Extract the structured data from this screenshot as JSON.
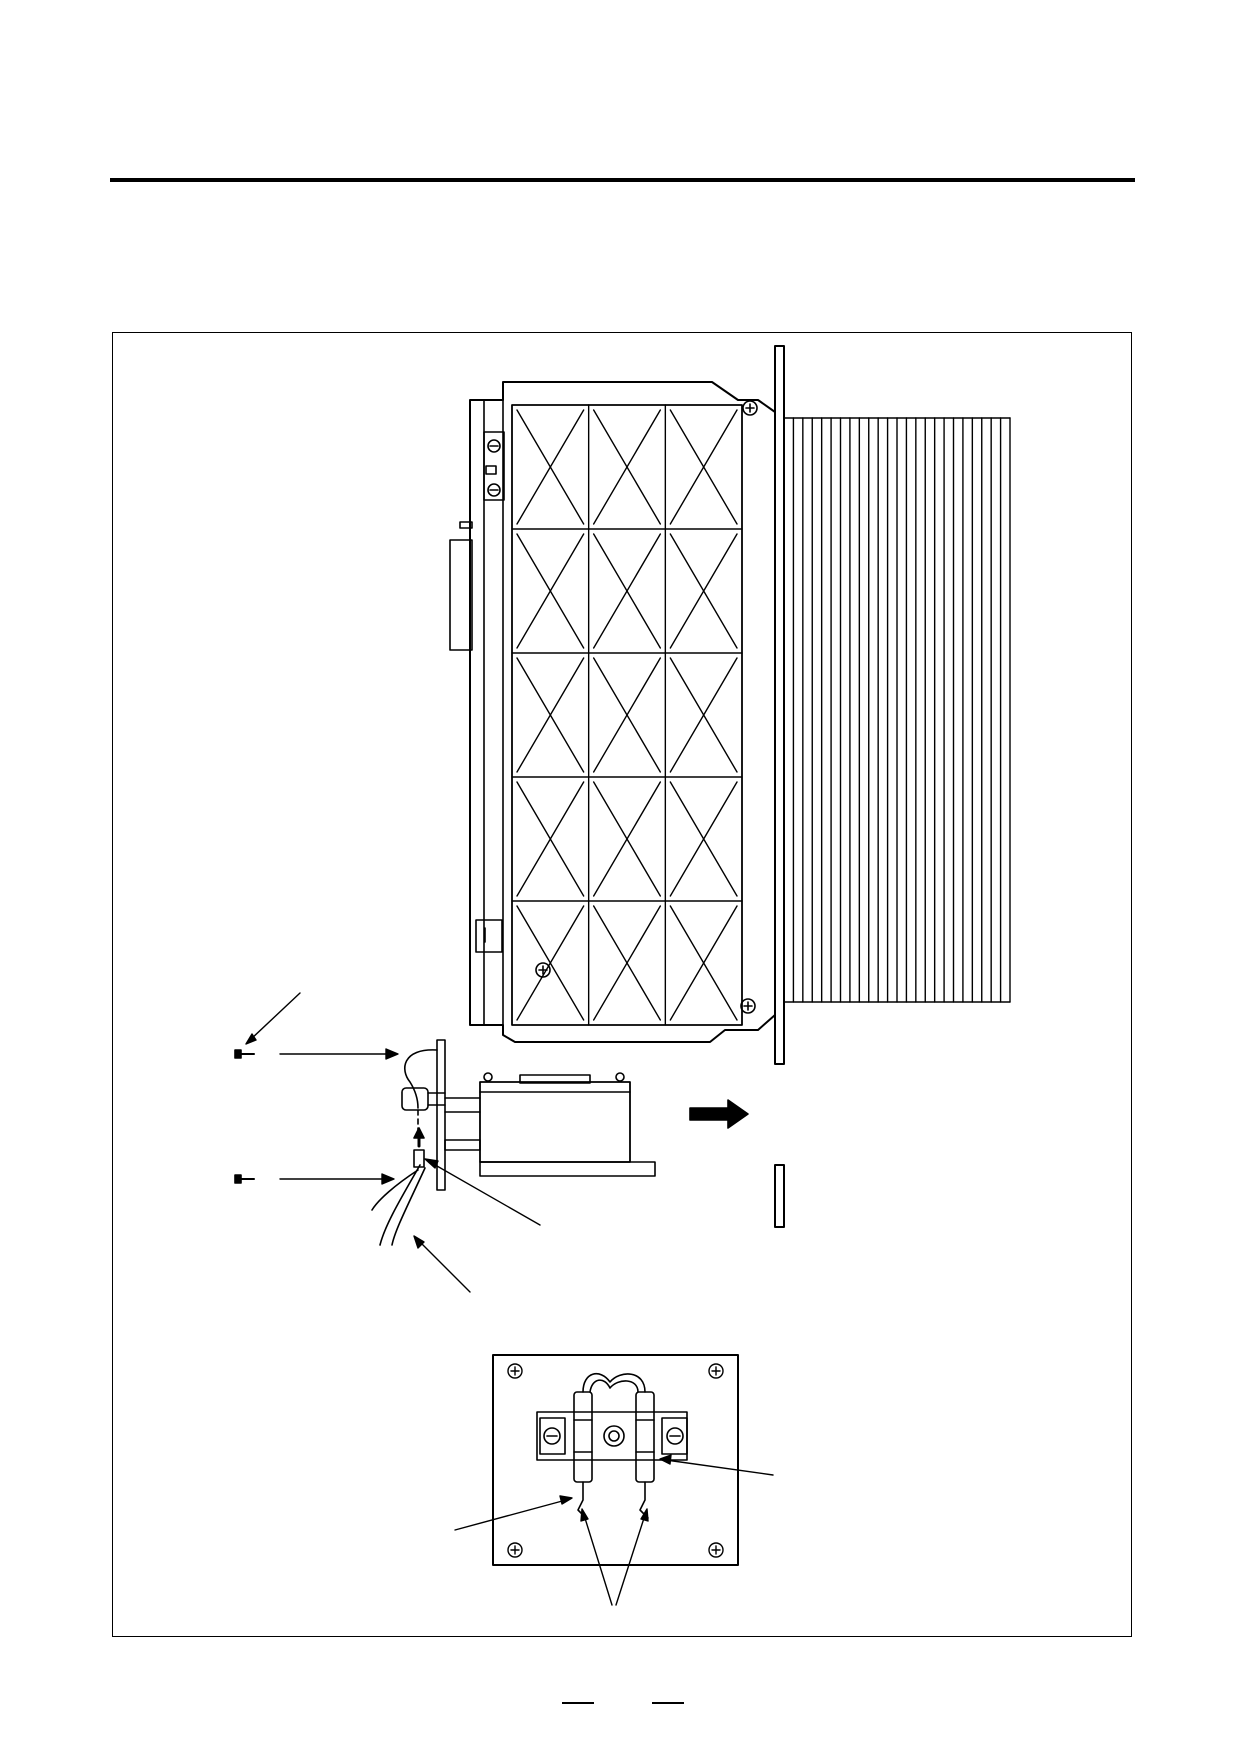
{
  "document": {
    "printed_text": [],
    "figure": {
      "components": [
        "servo-amplifier-housing",
        "heat-sink-fins",
        "mounting-flange",
        "fan-unit",
        "screw",
        "cable",
        "connector",
        "removal-direction-arrow",
        "fan-terminal-detail",
        "terminal-screw",
        "fuse"
      ]
    },
    "footer": {
      "page_marker": "dashes"
    }
  },
  "colors": {
    "line": "#000000",
    "background": "#ffffff"
  }
}
